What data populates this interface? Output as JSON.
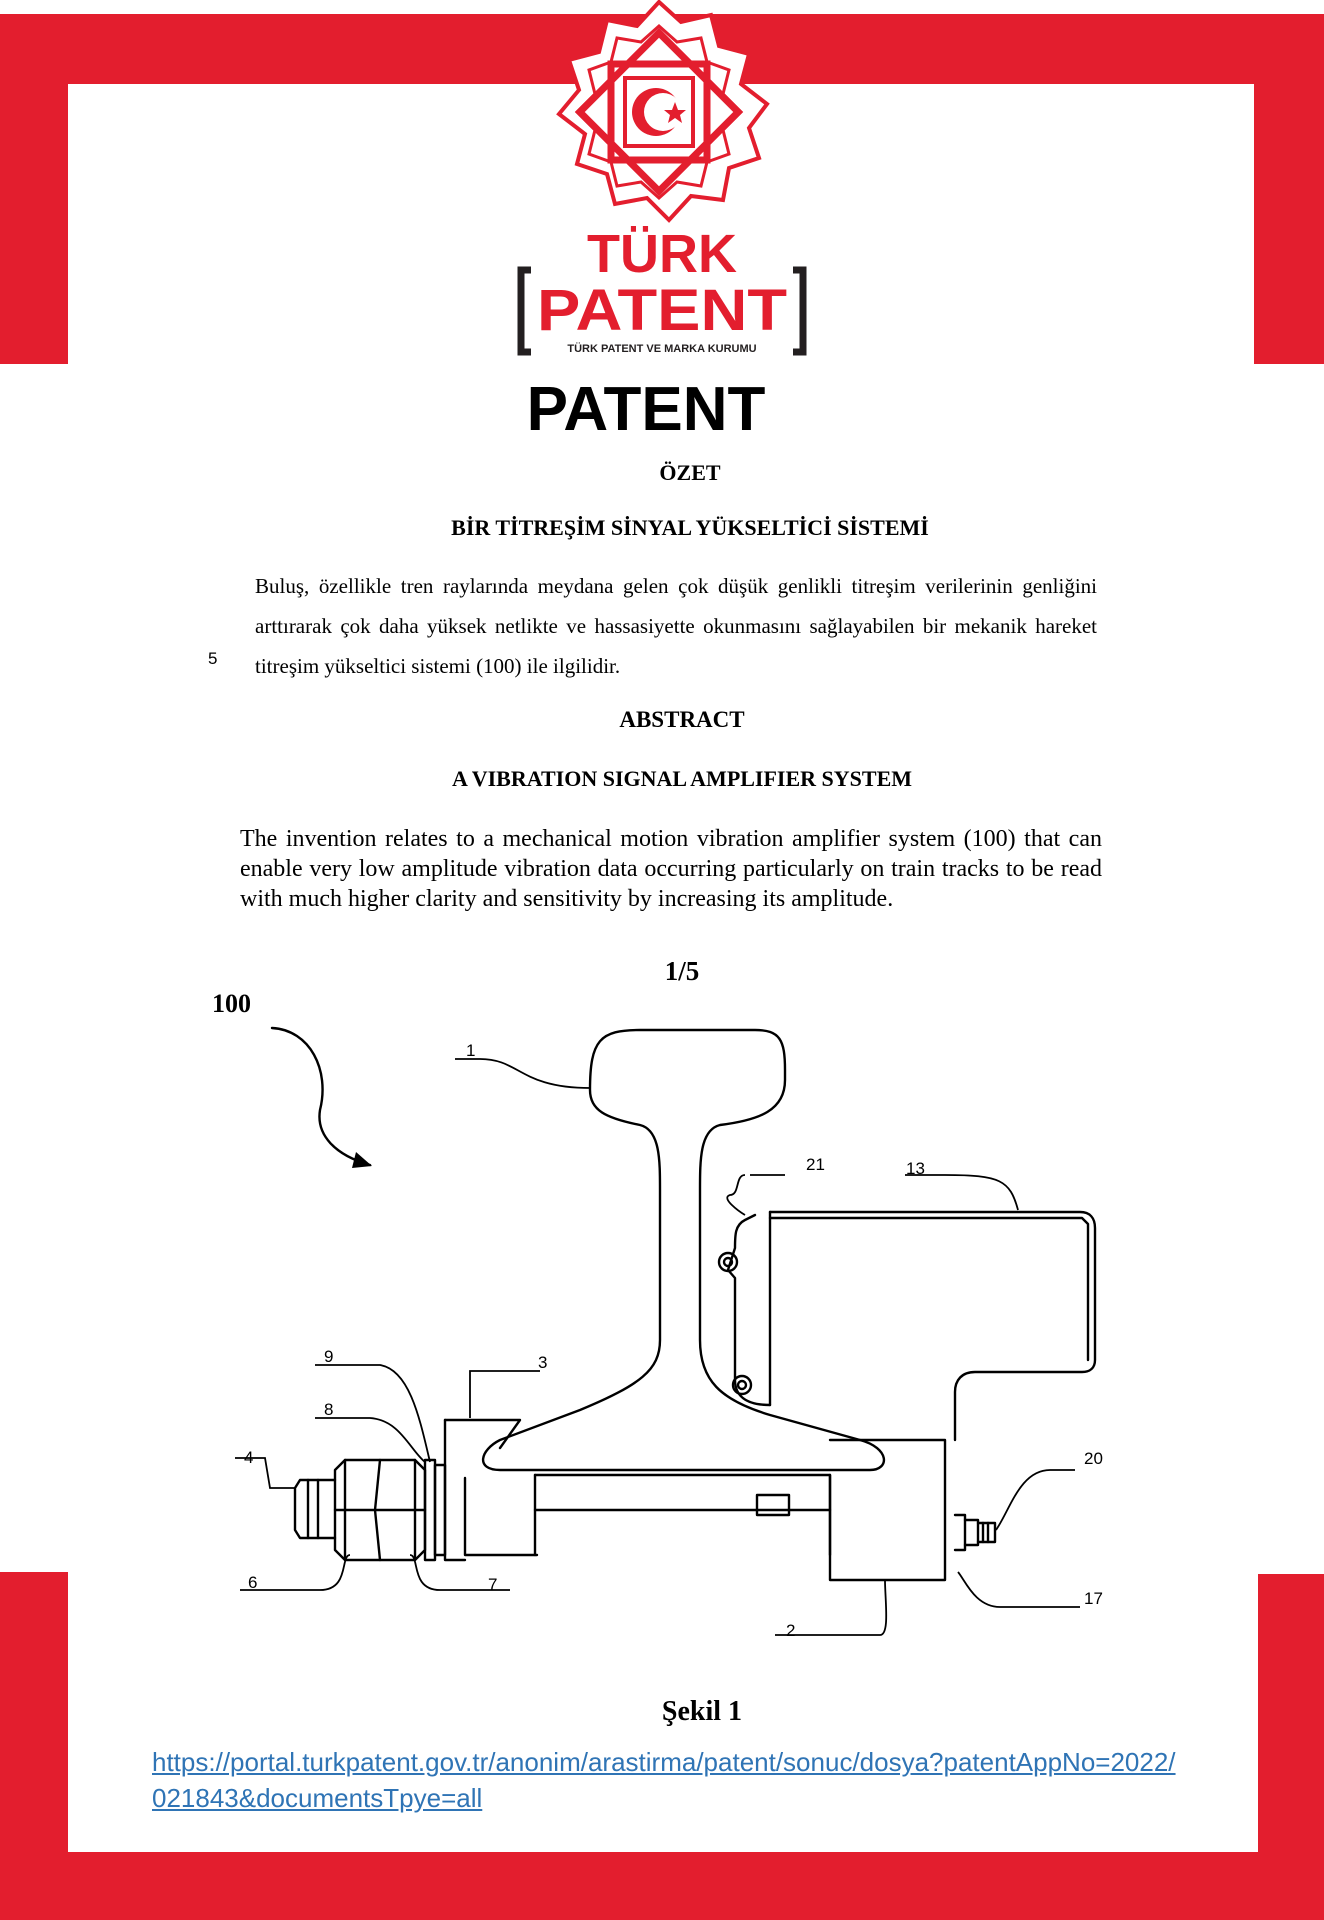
{
  "brand": {
    "accent_color": "#e31e2e",
    "logo_word1": "TÜRK",
    "logo_word2": "PATENT",
    "logo_subtitle": "TÜRK PATENT VE MARKA KURUMU",
    "emblem_icon": "crescent-star-emblem-icon"
  },
  "document": {
    "title": "PATENT"
  },
  "turkish": {
    "heading": "ÖZET",
    "title": "BİR TİTREŞİM SİNYAL YÜKSELTİCİ SİSTEMİ",
    "abstract": "Buluş, özellikle tren raylarında meydana gelen çok düşük genlikli titreşim verilerinin genliğini arttırarak çok daha yüksek netlikte ve hassasiyette okunmasını sağlayabilen bir mekanik hareket titreşim yükseltici sistemi (100) ile ilgilidir.",
    "line_number": "5"
  },
  "english": {
    "heading": "ABSTRACT",
    "title": "A VIBRATION SIGNAL AMPLIFIER SYSTEM",
    "abstract": "The invention relates to a mechanical motion vibration amplifier system (100) that can enable very low amplitude vibration data occurring particularly on train tracks to be read with much higher clarity and sensitivity by increasing its amplitude."
  },
  "figure": {
    "page_label": "1/5",
    "caption": "Şekil 1",
    "system_label": "100",
    "part_labels": {
      "rail": "1",
      "base": "2",
      "clamp": "3",
      "bolt": "4",
      "nut": "6",
      "nut_b": "7",
      "washer": "8",
      "washer_b": "9",
      "housing": "13",
      "bottom": "17",
      "connector": "20",
      "hinge": "21"
    }
  },
  "source": {
    "url": "https://portal.turkpatent.gov.tr/anonim/arastirma/patent/sonuc/dosya?patentAppNo=2022/021843&documentsTpye=all"
  }
}
